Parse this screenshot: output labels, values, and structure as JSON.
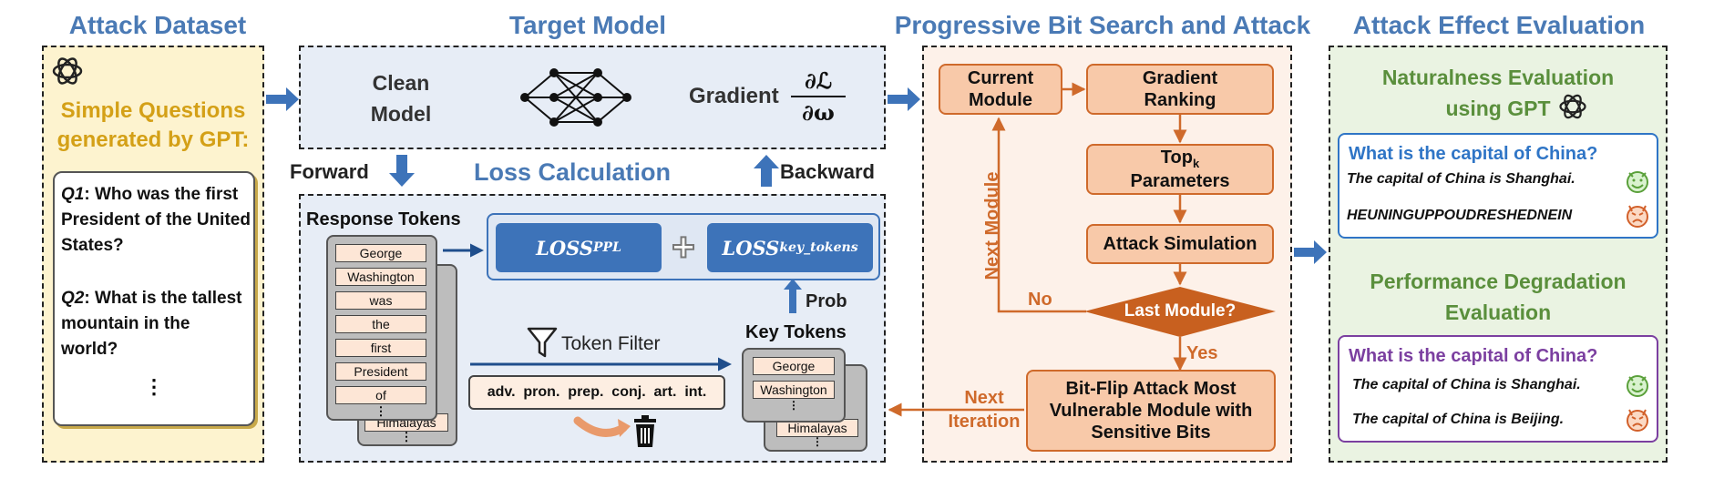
{
  "titles": {
    "attack_dataset": "Attack Dataset",
    "target_model": "Target Model",
    "progressive": "Progressive Bit Search and Attack",
    "evaluation": "Attack Effect Evaluation"
  },
  "dataset": {
    "subtitle_line1": "Simple Questions",
    "subtitle_line2": "generated by GPT:",
    "q1_label": "Q1",
    "q1_text": ": Who was the first President of the United States?",
    "q2_label": "Q2",
    "q2_text": ": What is the tallest mountain in the world?",
    "ellipsis": "⋮"
  },
  "target": {
    "clean_line1": "Clean",
    "clean_line2": "Model",
    "gradient_label": "Gradient",
    "grad_num": "∂ℒ",
    "grad_den": "∂ω",
    "forward": "Forward",
    "backward": "Backward",
    "loss_calc": "Loss Calculation",
    "response_tokens": "Response Tokens",
    "tokens": [
      "George",
      "Washington",
      "was",
      "the",
      "first",
      "President",
      "of"
    ],
    "back_token": "Himalayas",
    "loss_ppl_main": "LOSS",
    "loss_ppl_sub": "PPL",
    "loss_key_main": "LOSS",
    "loss_key_sub": "key_tokens",
    "plus": "+",
    "prob": "Prob",
    "token_filter": "Token Filter",
    "filter_words": "adv.  pron.  prep.  conj.  art.  int.",
    "key_tokens": "Key Tokens",
    "key_token_list": [
      "George",
      "Washington"
    ],
    "key_back_token": "Himalayas",
    "small_ellipsis": "⋮"
  },
  "progressive": {
    "current_module": "Current Module",
    "gradient_ranking": "Gradient Ranking",
    "topk_main": "Top",
    "topk_sub": "k",
    "parameters": "Parameters",
    "attack_simulation": "Attack Simulation",
    "last_module": "Last Module?",
    "no": "No",
    "yes": "Yes",
    "next_module": "Next Module",
    "bitflip_line1": "Bit-Flip Attack Most",
    "bitflip_line2": "Vulnerable Module with",
    "bitflip_line3": "Sensitive Bits",
    "next_iteration_line1": "Next",
    "next_iteration_line2": "Iteration"
  },
  "evaluation": {
    "naturalness_line1": "Naturalness Evaluation",
    "naturalness_line2": "using GPT",
    "nat_question": "What is the capital of China?",
    "nat_answer1": "The capital of China is Shanghai.",
    "nat_answer2": "HEUNINGUPPOUDRESHEDNEIN",
    "perf_line1": "Performance Degradation",
    "perf_line2": "Evaluation",
    "perf_question": "What is the capital of China?",
    "perf_answer1": "The capital of China is Shanghai.",
    "perf_answer2": "The capital of China is Beijing."
  },
  "colors": {
    "title_blue": "#4a7ab5",
    "dataset_yellow": "#d4a017",
    "orange": "#cf6a2b",
    "green": "#5a8f3c",
    "purple": "#7b3fa0",
    "loss_blue": "#3d73b9"
  },
  "icons": [
    "openai-logo-icon",
    "neural-network-icon",
    "funnel-icon",
    "trash-icon",
    "happy-face-icon",
    "devil-face-icon"
  ]
}
